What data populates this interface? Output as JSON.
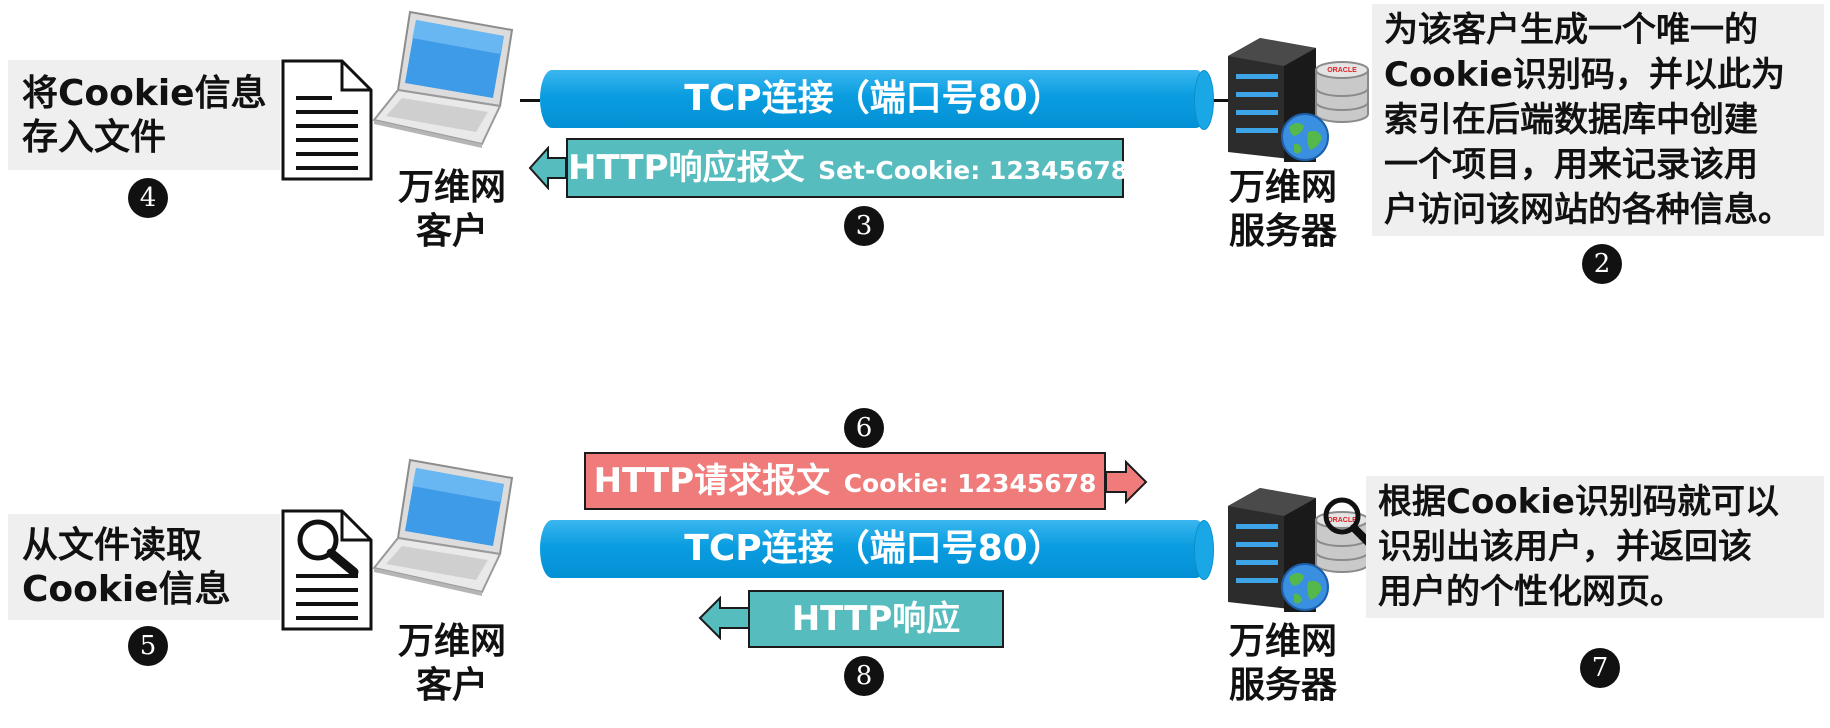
{
  "top": {
    "left_note_line1": "将Cookie信息",
    "left_note_line2": "存入文件",
    "badge_left": "4",
    "client_label_line1": "万维网",
    "client_label_line2": "客户",
    "tcp_label": "TCP连接（端口号80）",
    "response_label_main": "HTTP响应报文",
    "response_label_extra": "Set-Cookie: 12345678",
    "badge_middle": "3",
    "server_label_line1": "万维网",
    "server_label_line2": "服务器",
    "right_note_lines": [
      "为该客户生成一个唯一的",
      "Cookie识别码，并以此为",
      "索引在后端数据库中创建",
      "一个项目，用来记录该用",
      "户访问该网站的各种信息。"
    ],
    "badge_right": "2",
    "db_brand": "ORACLE"
  },
  "bottom": {
    "left_note_line1": "从文件读取",
    "left_note_line2": "Cookie信息",
    "badge_left": "5",
    "client_label_line1": "万维网",
    "client_label_line2": "客户",
    "request_label_main": "HTTP请求报文",
    "request_label_extra": "Cookie: 12345678",
    "badge_request": "6",
    "tcp_label": "TCP连接（端口号80）",
    "response_label": "HTTP响应",
    "badge_response": "8",
    "server_label_line1": "万维网",
    "server_label_line2": "服务器",
    "right_note_lines": [
      "根据Cookie识别码就可以",
      "识别出该用户，并返回该",
      "用户的个性化网页。"
    ],
    "badge_right": "7",
    "db_brand": "ORACLE"
  },
  "colors": {
    "tcp_pipe": "#0a9de0",
    "response_box": "#56bcbe",
    "request_box": "#f07b7b",
    "note_background": "#efefef"
  },
  "icons": [
    "document-icon",
    "document-search-icon",
    "laptop-icon",
    "server-icon",
    "database-icon",
    "globe-icon",
    "magnifier-icon"
  ]
}
